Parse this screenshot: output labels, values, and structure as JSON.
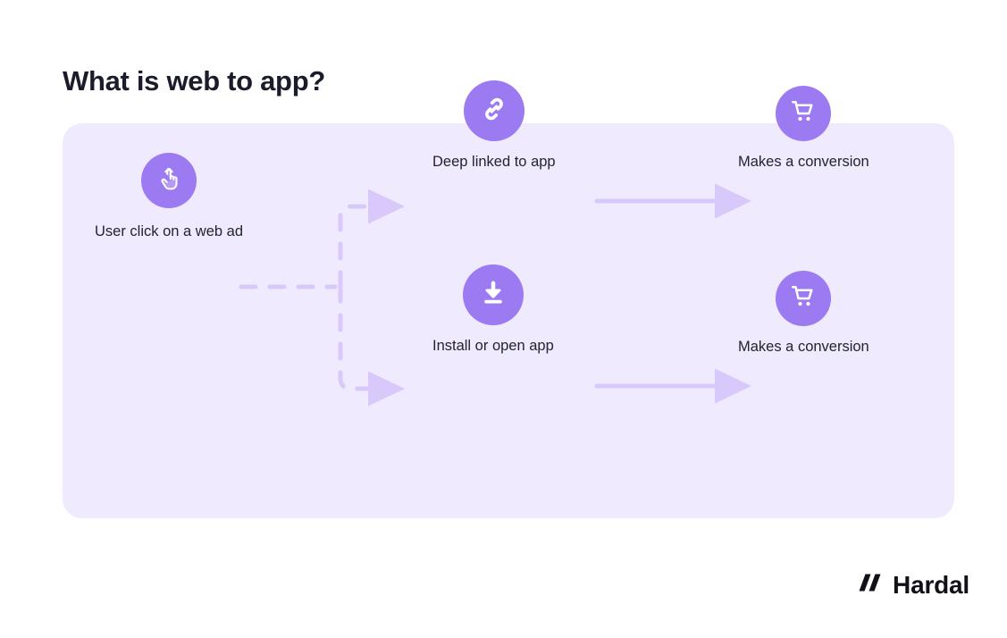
{
  "page": {
    "title": "What is web to app?",
    "background_color": "#ffffff"
  },
  "diagram": {
    "panel_color": "#efeafd",
    "accent_color": "#9b7af2",
    "connector_color": "#d8c9fa",
    "nodes": [
      {
        "id": "user-click",
        "icon": "tap-hand-icon",
        "label": "User click on a web ad"
      },
      {
        "id": "deep-link",
        "icon": "link-chain-icon",
        "label": "Deep linked to app"
      },
      {
        "id": "install-open",
        "icon": "download-icon",
        "label": "Install or open app"
      },
      {
        "id": "conversion-top",
        "icon": "shopping-cart-icon",
        "label": "Makes a conversion"
      },
      {
        "id": "conversion-bottom",
        "icon": "shopping-cart-icon",
        "label": "Makes a conversion"
      }
    ],
    "connectors": [
      {
        "id": "click-to-branch",
        "style": "dashed"
      },
      {
        "id": "branch-to-deep-link",
        "style": "dashed"
      },
      {
        "id": "branch-to-install",
        "style": "dashed"
      },
      {
        "id": "deep-link-to-conversion",
        "style": "solid"
      },
      {
        "id": "install-to-conversion",
        "style": "solid"
      }
    ]
  },
  "brand": {
    "name": "Hardal",
    "logo": "hardal-slashes-logo"
  }
}
